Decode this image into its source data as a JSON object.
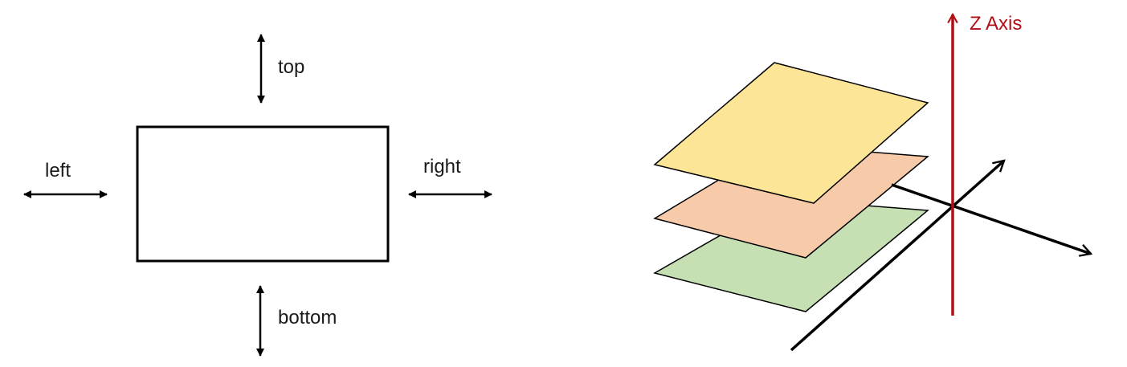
{
  "position_diagram": {
    "labels": {
      "top": "top",
      "bottom": "bottom",
      "left": "left",
      "right": "right"
    }
  },
  "z_axis_diagram": {
    "z_axis_label": "Z Axis",
    "colors": {
      "z_axis": "#b10f15",
      "layer_top": "#fde598",
      "layer_middle": "#f7cbaa",
      "layer_bottom": "#c6e0b4",
      "outline": "#000000"
    }
  }
}
